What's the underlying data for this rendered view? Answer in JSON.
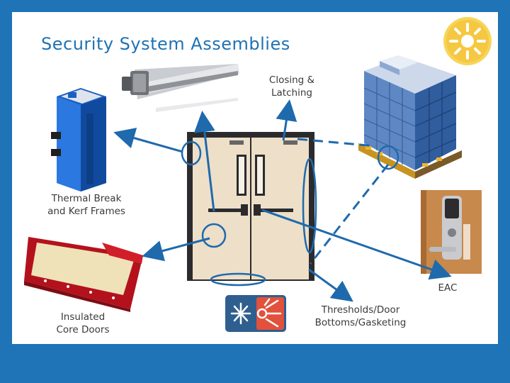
{
  "title": "Security System Assemblies",
  "labels": {
    "closing_latching": "Closing &\nLatching",
    "thermal_break": "Thermal Break\nand Kerf Frames",
    "eac": "EAC",
    "insulated_core": "Insulated\nCore Doors",
    "thresholds": "Thresholds/Door\nBottoms/Gasketing"
  },
  "icons": [
    "sun-icon",
    "panic-bar-image",
    "building-image",
    "frame-profile-image",
    "door-core-image",
    "lockset-image",
    "hot-cold-icon",
    "double-door-image"
  ],
  "colors": {
    "accent": "#1f73b7",
    "arrow": "#1e6aad",
    "door": "#eedfc8"
  }
}
